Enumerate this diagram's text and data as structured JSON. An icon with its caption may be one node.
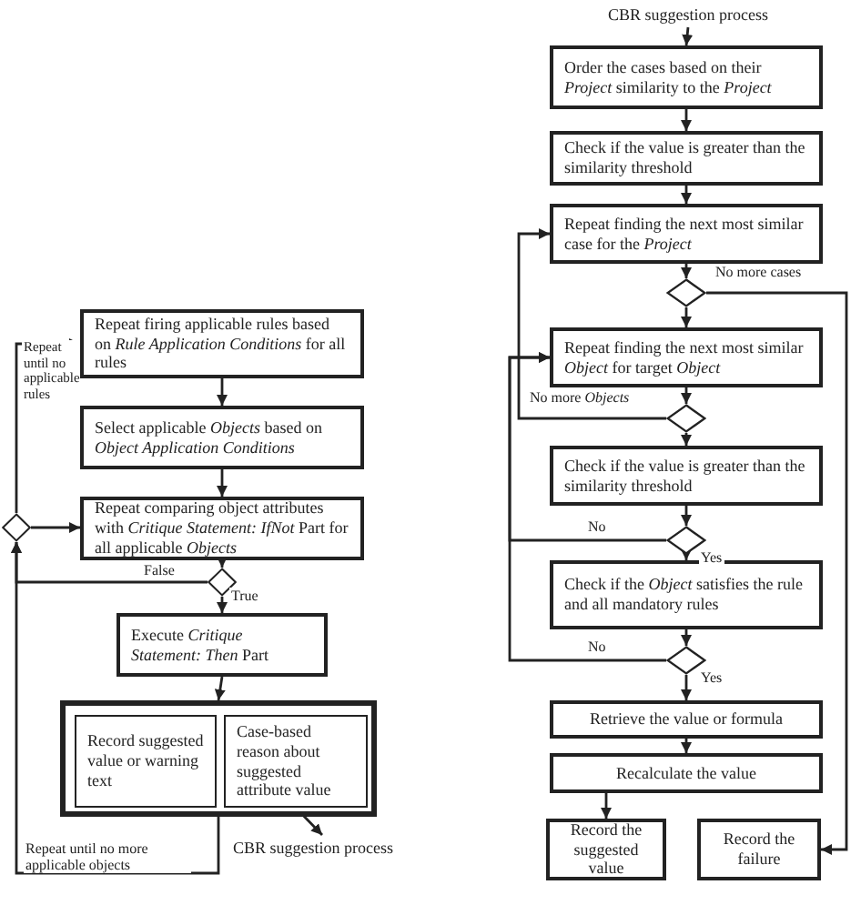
{
  "diagram": {
    "nodes": [
      {
        "text": [
          "Repeat firing applicable rules based on *Rule Application Conditions* for all rules"
        ]
      },
      {
        "text": [
          "Select applicable *Objects* based on *Object Application Conditions*"
        ]
      },
      {
        "text": [
          "Repeat comparing object attributes with *Critique Statement: IfNot* Part for all applicable *Objects*"
        ]
      },
      {
        "text": [],
        "shape": "diamond"
      },
      {
        "text": [],
        "shape": "diamond"
      },
      {
        "text": [
          "Execute *Critique Statement: Then* Part"
        ]
      },
      {
        "text": [],
        "shape": "box"
      },
      {
        "text": [
          "Record suggested value or warning text"
        ],
        "in": 6
      },
      {
        "text": [
          "Case-based reason about suggested attribute value"
        ],
        "in": 6
      },
      {
        "text": [
          "CBR suggestion process"
        ]
      },
      {
        "text": [
          "CBR suggestion process"
        ]
      },
      {
        "text": [
          "Order the cases based on their *Project* similarity to the *Project*"
        ]
      },
      {
        "text": [
          "Check if the value is greater than the similarity threshold"
        ]
      },
      {
        "text": [
          "Repeat finding the next most similar case for the *Project*"
        ]
      },
      {
        "text": [],
        "shape": "diamond"
      },
      {
        "text": [
          "Repeat finding the next most similar *Object* for target *Object*"
        ]
      },
      {
        "text": [],
        "shape": "diamond"
      },
      {
        "text": [
          "Check if the value is greater than the similarity threshold"
        ]
      },
      {
        "text": [],
        "shape": "diamond"
      },
      {
        "text": [
          "Check if the *Object* satisfies the rule and all mandatory rules"
        ]
      },
      {
        "text": [],
        "shape": "diamond"
      },
      {
        "text": [
          "Retrieve the value or formula"
        ]
      },
      {
        "text": [
          "Recalculate the value"
        ]
      },
      {
        "text": [
          "Record the suggested value"
        ]
      },
      {
        "text": [
          "Record the failure"
        ]
      }
    ],
    "edges": [
      {
        "from": 0,
        "to": 1,
        "arrow": "to"
      },
      {
        "from": 1,
        "to": 2,
        "arrow": "to"
      },
      {
        "from": 2,
        "to": 4,
        "arrow": "to"
      },
      {
        "from": 3,
        "to": 2,
        "arrow": "to"
      },
      {
        "from": 3,
        "to": 0,
        "arrow": "to",
        "label": "Repeat until no applicable rules"
      },
      {
        "from": 4,
        "to": 3,
        "arrow": "to",
        "label": "False"
      },
      {
        "from": 4,
        "to": 5,
        "arrow": "to",
        "label": "True"
      },
      {
        "from": 5,
        "to": 6,
        "arrow": "to"
      },
      {
        "from": 6,
        "to": 3,
        "arrow": "to",
        "label": "Repeat until no more applicable objects"
      },
      {
        "from": 8,
        "to": 9,
        "arrow": "to"
      },
      {
        "from": 10,
        "to": 11,
        "arrow": "to"
      },
      {
        "from": 11,
        "to": 12,
        "arrow": "to"
      },
      {
        "from": 12,
        "to": 13,
        "arrow": "to"
      },
      {
        "from": 13,
        "to": 14,
        "arrow": "to"
      },
      {
        "from": 14,
        "to": 15,
        "arrow": "to"
      },
      {
        "from": 14,
        "to": 24,
        "arrow": "to",
        "label": "No more cases"
      },
      {
        "from": 15,
        "to": 16,
        "arrow": "to"
      },
      {
        "from": 16,
        "to": 13,
        "arrow": "to",
        "label": "No more *Objects*"
      },
      {
        "from": 16,
        "to": 17,
        "arrow": "to"
      },
      {
        "from": 17,
        "to": 18,
        "arrow": "to"
      },
      {
        "from": 18,
        "to": 15,
        "arrow": "to",
        "label": "No"
      },
      {
        "from": 18,
        "to": 19,
        "arrow": "to",
        "label": "Yes"
      },
      {
        "from": 19,
        "to": 20,
        "arrow": "to"
      },
      {
        "from": 20,
        "to": 15,
        "arrow": "to",
        "label": "No"
      },
      {
        "from": 20,
        "to": 21,
        "arrow": "to",
        "label": "Yes"
      },
      {
        "from": 21,
        "to": 22,
        "arrow": "to"
      },
      {
        "from": 22,
        "to": 23,
        "arrow": "to"
      }
    ]
  }
}
